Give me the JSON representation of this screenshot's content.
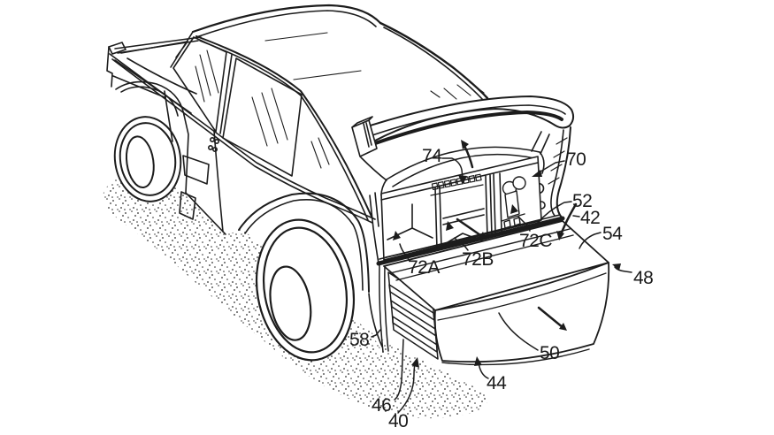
{
  "figure": {
    "type": "patent line drawing",
    "subject": "vehicle rear storage system with raised liftgate wing, cargo compartments and slide-out bumper drawer",
    "background_color": "#ffffff",
    "line_color": "#1c1c1c",
    "reference_labels": [
      {
        "id": "74",
        "text": "74"
      },
      {
        "id": "70",
        "text": "70"
      },
      {
        "id": "52",
        "text": "52"
      },
      {
        "id": "42",
        "text": "42"
      },
      {
        "id": "54",
        "text": "54"
      },
      {
        "id": "48",
        "text": "48"
      },
      {
        "id": "72A",
        "text": "72A"
      },
      {
        "id": "72B",
        "text": "72B"
      },
      {
        "id": "72C",
        "text": "72C"
      },
      {
        "id": "58",
        "text": "58"
      },
      {
        "id": "50",
        "text": "50"
      },
      {
        "id": "44",
        "text": "44"
      },
      {
        "id": "46",
        "text": "46"
      },
      {
        "id": "40",
        "text": "40"
      }
    ]
  }
}
